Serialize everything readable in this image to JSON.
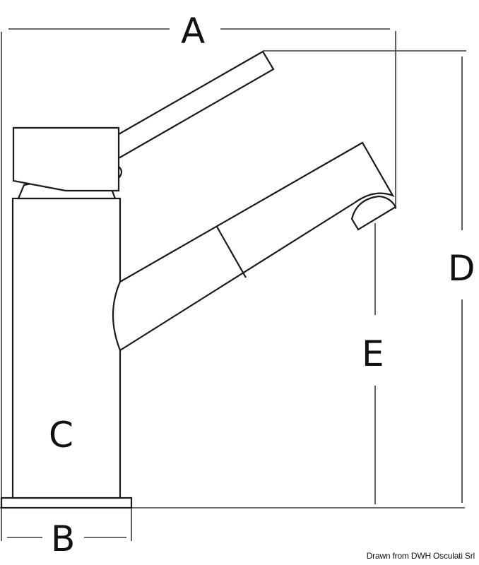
{
  "diagram": {
    "subject": "Single-lever mixer tap, side view dimension drawing",
    "labels": {
      "A": "A",
      "B": "B",
      "C": "C",
      "D": "D",
      "E": "E"
    },
    "credit": "Drawn from DWH Osculati Srl",
    "colors": {
      "stroke": "#1a1a1a",
      "dimension": "#3a3a3a",
      "background": "#ffffff"
    }
  }
}
